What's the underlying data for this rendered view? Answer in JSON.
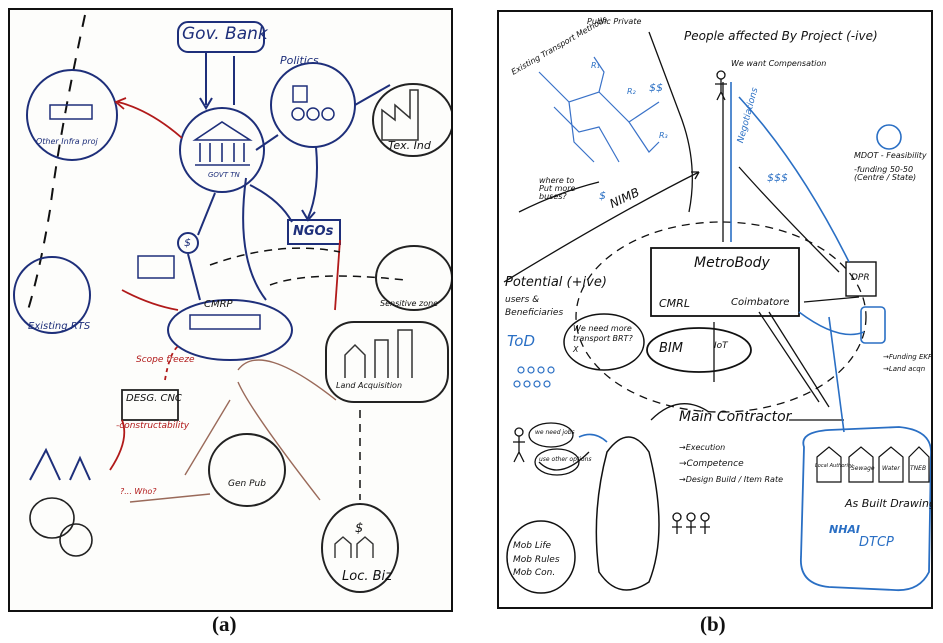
{
  "captions": {
    "a": "(a)",
    "b": "(b)"
  },
  "panel_a": {
    "gov_bank": "Gov. Bank",
    "politics": "Politics",
    "tex_ind": "Tex. Ind",
    "other_infra": "Other Infra proj",
    "govt_tn": "GOVT TN",
    "ngos": "NGOs",
    "cmrp": "CMRP",
    "existing_rts": "Existing RTS",
    "sensitive_zone": "Sensitive zone",
    "land_acquisition": "Land Acquisition",
    "design_cnc": "DESG. CNC",
    "constructability": "-constructability",
    "scope_freeze": "Scope freeze",
    "gen_pub": "Gen Pub",
    "loc_biz": "Loc. Biz",
    "question": "?... Who?"
  },
  "panel_b": {
    "existing_transport": "Existing Transport Methods",
    "public_private": "Public Private",
    "people_affected": "People affected By Project (-ive)",
    "we_want_compensation": "We want Compensation",
    "negotiations": "Negotiations",
    "dollar1": "$$",
    "dollar2": "$$$",
    "dollar3": "$",
    "where_buses": "where to Put more buses?",
    "nimb": "NIMB",
    "mdot": "MDOT - Feasibility",
    "funding": "-funding 50-50 (Centre / State)",
    "metro_body": "MetroBody",
    "cmrl": "CMRL",
    "coimbatore": "Coimbatore",
    "dpr": "DPR",
    "potential": "Potential (+ive)",
    "users": "users & Beneficiaries",
    "tod": "ToD",
    "we_need": "We need more transport BRT? X",
    "bim": "BIM",
    "iot": "IoT",
    "main_contractor": "Main Contractor",
    "execution": "→Execution",
    "competence": "→Competence",
    "design_build": "→Design Build / Item Rate",
    "funding_ekf": "→Funding EKF",
    "land_acq": "→Land acqn",
    "we_need_jobs": "we need jobs",
    "use_other": "use other options",
    "mob_life": "Mob Life Mob Rules Mob Con.",
    "as_built": "As Built Drawings",
    "nhai": "NHAI",
    "dtcp": "DTCP",
    "local_authority": "Local Authority",
    "sewage": "Sewage",
    "water": "Water",
    "tneb": "TNEB",
    "r_labels": [
      "R₁",
      "R₂",
      "R₃"
    ]
  }
}
